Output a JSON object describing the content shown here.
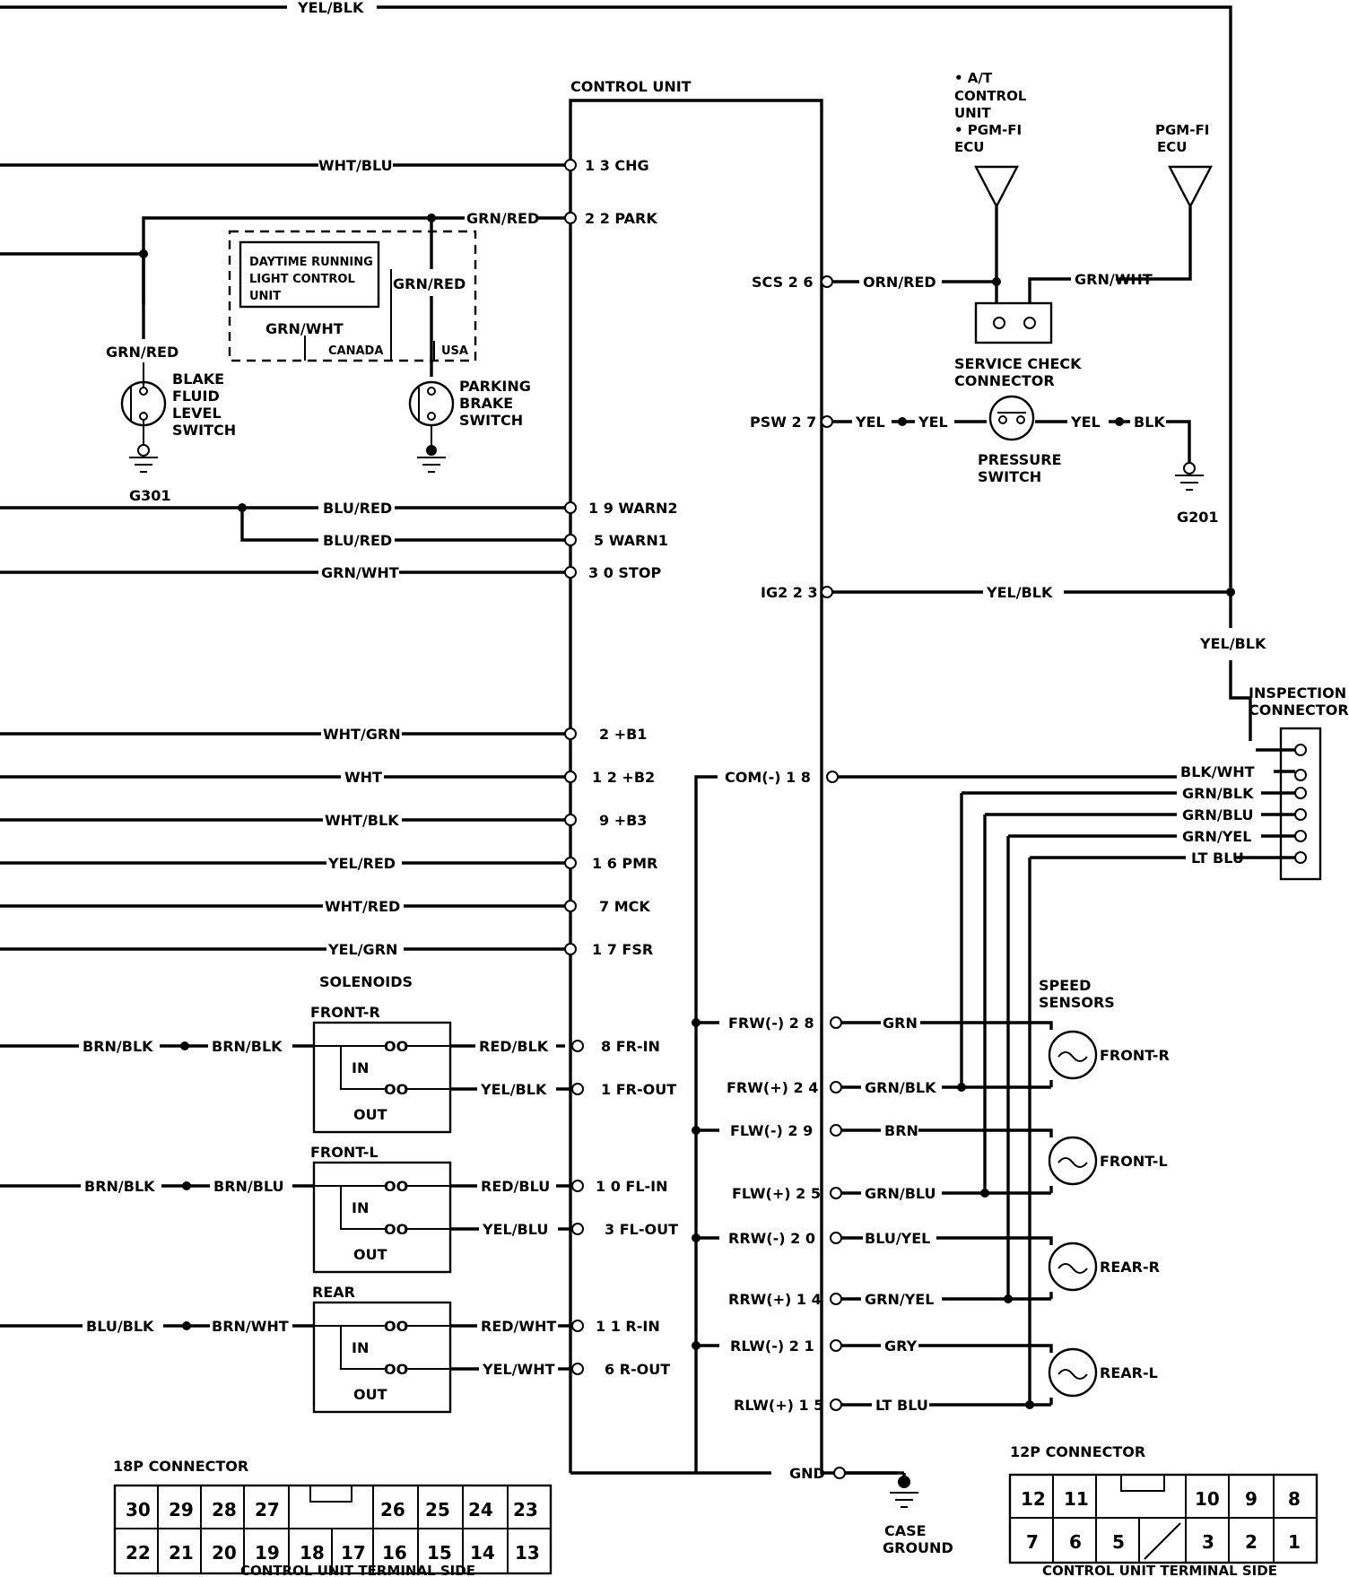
{
  "top_wire": "YEL/BLK",
  "control_unit": {
    "title": "CONTROL UNIT"
  },
  "left_terminals": [
    {
      "id": "t13",
      "wire": "WHT/BLU",
      "label": "1 3  CHG"
    },
    {
      "id": "t22",
      "wire": "GRN/RED",
      "label": "2 2  PARK"
    },
    {
      "id": "t19",
      "wire": "BLU/RED",
      "label": "1 9  WARN2"
    },
    {
      "id": "t5",
      "wire": "BLU/RED",
      "label": "5  WARN1"
    },
    {
      "id": "t30",
      "wire": "GRN/WHT",
      "label": "3 0  STOP"
    },
    {
      "id": "t2",
      "wire": "WHT/GRN",
      "label": "2   +B1"
    },
    {
      "id": "t12",
      "wire": "WHT",
      "label": "1 2  +B2"
    },
    {
      "id": "t9",
      "wire": "WHT/BLK",
      "label": "9   +B3"
    },
    {
      "id": "t16",
      "wire": "YEL/RED",
      "label": "1 6  PMR"
    },
    {
      "id": "t7",
      "wire": "WHT/RED",
      "label": "7   MCK"
    },
    {
      "id": "t17",
      "wire": "YEL/GRN",
      "label": "1 7  FSR"
    }
  ],
  "drl_unit": {
    "title_lines": [
      "DAYTIME RUNNING",
      "LIGHT CONTROL",
      "UNIT"
    ],
    "wire_left": "GRN/WHT",
    "wire_right": "GRN/RED",
    "canada": "CANADA",
    "usa": "USA"
  },
  "brake_fluid_switch": {
    "wire": "GRN/RED",
    "label_lines": [
      "BLAKE",
      "FLUID",
      "LEVEL",
      "SWITCH"
    ],
    "ground": "G301"
  },
  "parking_brake_switch": {
    "label_lines": [
      "PARKING",
      "BRAKE",
      "SWITCH"
    ]
  },
  "solenoids": {
    "title": "SOLENOIDS",
    "in_label": "IN",
    "out_label": "OUT",
    "coil": "OO",
    "groups": [
      {
        "id": "front-r",
        "name": "FRONT-R",
        "feed1": "BRN/BLK",
        "feed2": "BRN/BLK",
        "in_wire": "RED/BLK",
        "in_term": "8  FR-IN",
        "out_wire": "YEL/BLK",
        "out_term": "1  FR-OUT"
      },
      {
        "id": "front-l",
        "name": "FRONT-L",
        "feed1": "BRN/BLK",
        "feed2": "BRN/BLU",
        "in_wire": "RED/BLU",
        "in_term": "1 0  FL-IN",
        "out_wire": "YEL/BLU",
        "out_term": "3  FL-OUT"
      },
      {
        "id": "rear",
        "name": "REAR",
        "feed1": "BLU/BLK",
        "feed2": "BRN/WHT",
        "in_wire": "RED/WHT",
        "in_term": "1 1  R-IN",
        "out_wire": "YEL/WHT",
        "out_term": "6  R-OUT"
      }
    ]
  },
  "right_terminals": {
    "scs": {
      "label": "SCS  2 6",
      "wire": "ORN/RED"
    },
    "psw": {
      "label": "PSW  2 7",
      "wire1": "YEL",
      "wire2": "YEL"
    },
    "ig2": {
      "label": "IG2  2 3",
      "wire": "YEL/BLK"
    },
    "com": {
      "label": "COM(-)  1 8"
    },
    "gnd": {
      "label": "GND"
    }
  },
  "ecu_antennas": [
    {
      "id": "at-pgm",
      "lines": [
        "• A/T",
        "  CONTROL",
        "  UNIT",
        "• PGM-FI",
        "  ECU"
      ]
    },
    {
      "id": "pgmfi",
      "lines": [
        "PGM-FI",
        "ECU"
      ]
    }
  ],
  "service_check": {
    "label_lines": [
      "SERVICE CHECK",
      "CONNECTOR"
    ],
    "wire_right": "GRN/WHT"
  },
  "pressure_switch": {
    "label_lines": [
      "PRESSURE",
      "SWITCH"
    ],
    "wire1": "YEL",
    "wire2": "BLK",
    "ground": "G201"
  },
  "inspection_connector": {
    "feed": "YEL/BLK",
    "label_lines": [
      "INSPECTION",
      "CONNECTOR"
    ],
    "wires": [
      "BLK/WHT",
      "GRN/BLK",
      "GRN/BLU",
      "GRN/YEL",
      "LT BLU"
    ]
  },
  "speed_sensors": {
    "title_lines": [
      "SPEED",
      "SENSORS"
    ],
    "sensors": [
      {
        "id": "front-r",
        "name": "FRONT-R",
        "neg_term": "FRW(-)  2 8",
        "neg_wire": "GRN",
        "pos_term": "FRW(+)  2 4",
        "pos_wire": "GRN/BLK"
      },
      {
        "id": "front-l",
        "name": "FRONT-L",
        "neg_term": "FLW(-)  2 9",
        "neg_wire": "BRN",
        "pos_term": "FLW(+)  2 5",
        "pos_wire": "GRN/BLU"
      },
      {
        "id": "rear-r",
        "name": "REAR-R",
        "neg_term": "RRW(-)  2 0",
        "neg_wire": "BLU/YEL",
        "pos_term": "RRW(+)  1 4",
        "pos_wire": "GRN/YEL"
      },
      {
        "id": "rear-l",
        "name": "REAR-L",
        "neg_term": "RLW(-)  2 1",
        "neg_wire": "GRY",
        "pos_term": "RLW(+)  1 5",
        "pos_wire": "LT BLU"
      }
    ]
  },
  "case_ground": {
    "lines": [
      "CASE",
      "GROUND"
    ]
  },
  "connector_18p": {
    "title": "18P CONNECTOR",
    "top_row": [
      "30",
      "29",
      "28",
      "27",
      "",
      "26",
      "25",
      "24",
      "23"
    ],
    "bottom_row": [
      "22",
      "21",
      "20",
      "19",
      "18",
      "17",
      "16",
      "15",
      "14",
      "13"
    ],
    "footer": "CONTROL UNIT TERMINAL SIDE"
  },
  "connector_12p": {
    "title": "12P CONNECTOR",
    "top_row": [
      "12",
      "11",
      "",
      "10",
      "9",
      "8"
    ],
    "bottom_row": [
      "7",
      "6",
      "5",
      "/",
      "3",
      "2",
      "1"
    ],
    "footer": "CONTROL UNIT TERMINAL SIDE"
  }
}
